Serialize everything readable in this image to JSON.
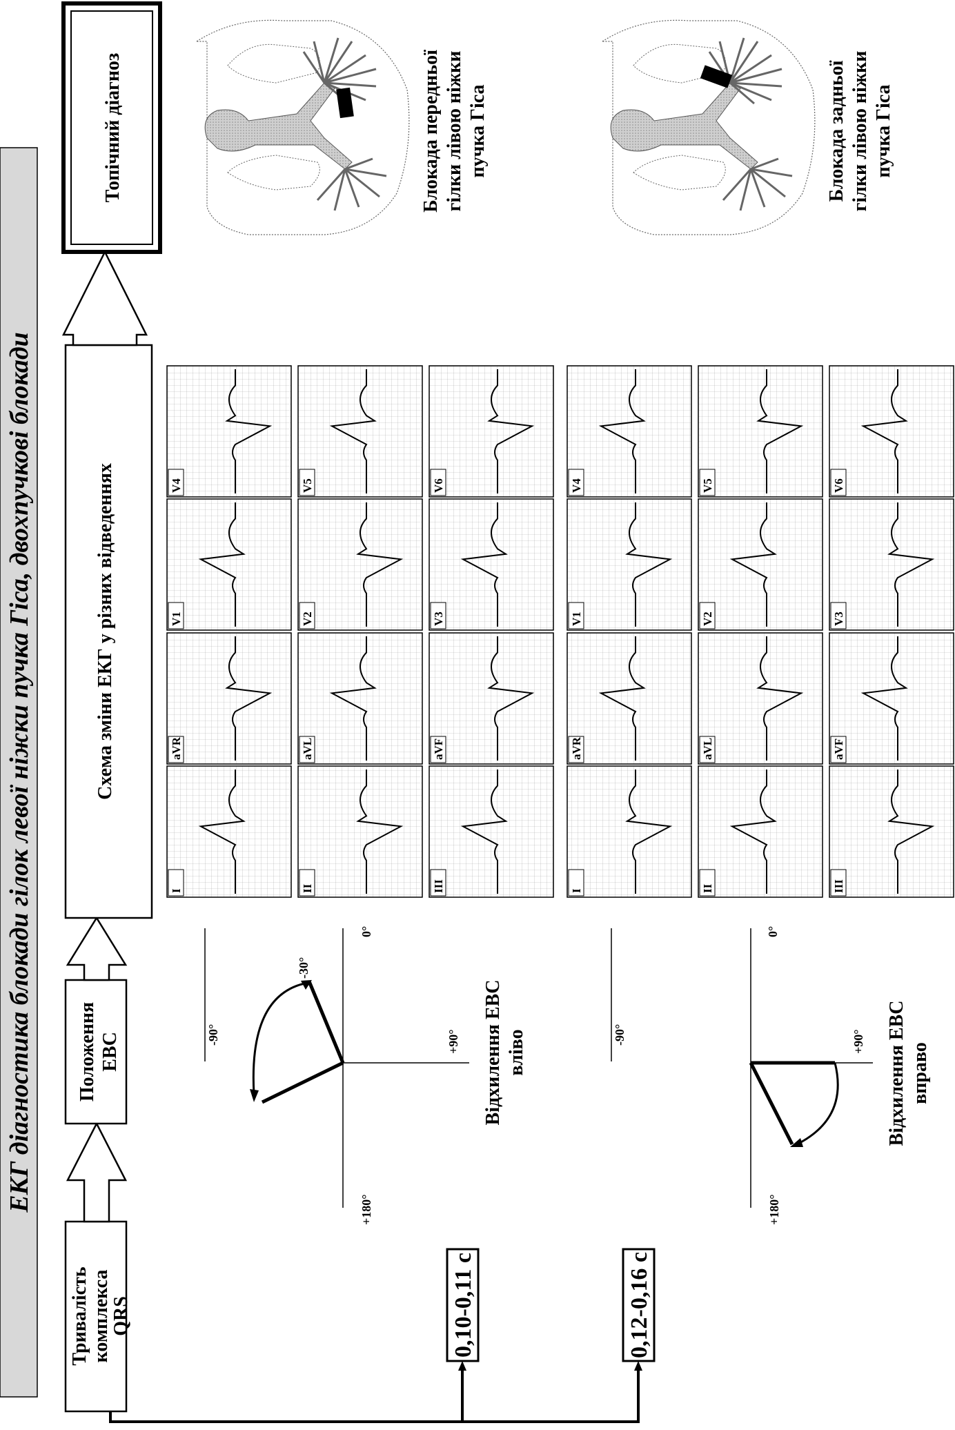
{
  "title": "ЕКГ діагностика блокади гілок левої ніжки пучка Гіса, двохпучкові блокади",
  "flow": {
    "qrs_label": [
      "Тривалість",
      "комплекса",
      "QRS"
    ],
    "qrs_values": [
      "0,10-0,11 с",
      "0,12-0,16 с"
    ],
    "axis_label": [
      "Положення",
      "ЕВС"
    ],
    "ecg_label": "Схема зміни ЕКГ у різних відведеннях",
    "topic_label": "Топічний діагноз"
  },
  "axis_left": {
    "caption": [
      "Відхилення ЕВС",
      "вліво"
    ],
    "ticks": {
      "m90": "-90°",
      "zero": "0°",
      "p90": "+90°",
      "p180": "+180°",
      "m30": "-30°"
    }
  },
  "axis_right": {
    "caption": [
      "Відхилення ЕВС",
      "вправо"
    ],
    "ticks": {
      "m90": "-90°",
      "zero": "0°",
      "p90": "+90°",
      "p180": "+180°"
    }
  },
  "ecg_leads": {
    "limb": [
      [
        "I",
        "II",
        "III"
      ],
      [
        "aVR",
        "aVL",
        "aVF"
      ]
    ],
    "chest": [
      [
        "V1",
        "V2",
        "V3"
      ],
      [
        "V4",
        "V5",
        "V6"
      ]
    ]
  },
  "diagnoses": {
    "anterior": [
      "Блокада передньої",
      "гілки лівою ніжки",
      "пучка Гіса"
    ],
    "posterior": [
      "Блокада задньої",
      "гілки лівою ніжки",
      "пучка Гіса"
    ]
  },
  "colors": {
    "title_bg": "#d8d8d8",
    "line": "#000000",
    "grid": "#9a9a9a",
    "conduction": "#c4c4c4"
  }
}
